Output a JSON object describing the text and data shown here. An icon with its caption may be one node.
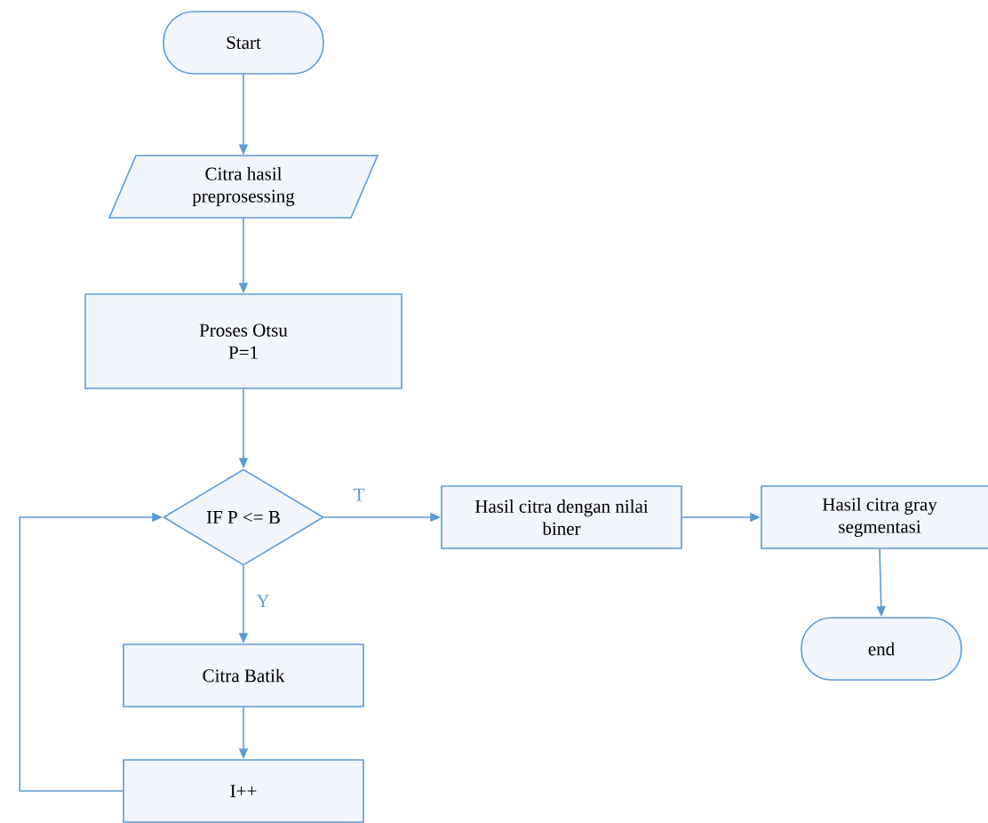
{
  "diagram": {
    "nodes": [
      {
        "text": [
          "Start"
        ]
      },
      {
        "text": [
          "Citra hasil preprosessing"
        ]
      },
      {
        "text": [
          "Proses Otsu",
          "P=1"
        ]
      },
      {
        "text": [
          "IF P <= B"
        ]
      },
      {
        "text": [
          "Citra Batik"
        ]
      },
      {
        "text": [
          "I++"
        ]
      },
      {
        "text": [
          "Hasil citra dengan nilai biner"
        ]
      },
      {
        "text": [
          "Hasil citra gray segmentasi"
        ]
      },
      {
        "text": [
          "end"
        ]
      }
    ],
    "edges": [
      {
        "from": 0,
        "to": 1,
        "arrow": "to"
      },
      {
        "from": 1,
        "to": 2,
        "arrow": "to"
      },
      {
        "from": 2,
        "to": 3,
        "arrow": "to"
      },
      {
        "from": 3,
        "to": 4,
        "arrow": "to",
        "label": "Y"
      },
      {
        "from": 4,
        "to": 5,
        "arrow": "to"
      },
      {
        "from": 5,
        "to": 3,
        "arrow": "to"
      },
      {
        "from": 3,
        "to": 6,
        "arrow": "to",
        "label": "T"
      },
      {
        "from": 6,
        "to": 7,
        "arrow": "to"
      },
      {
        "from": 7,
        "to": 8,
        "arrow": "to"
      }
    ]
  }
}
